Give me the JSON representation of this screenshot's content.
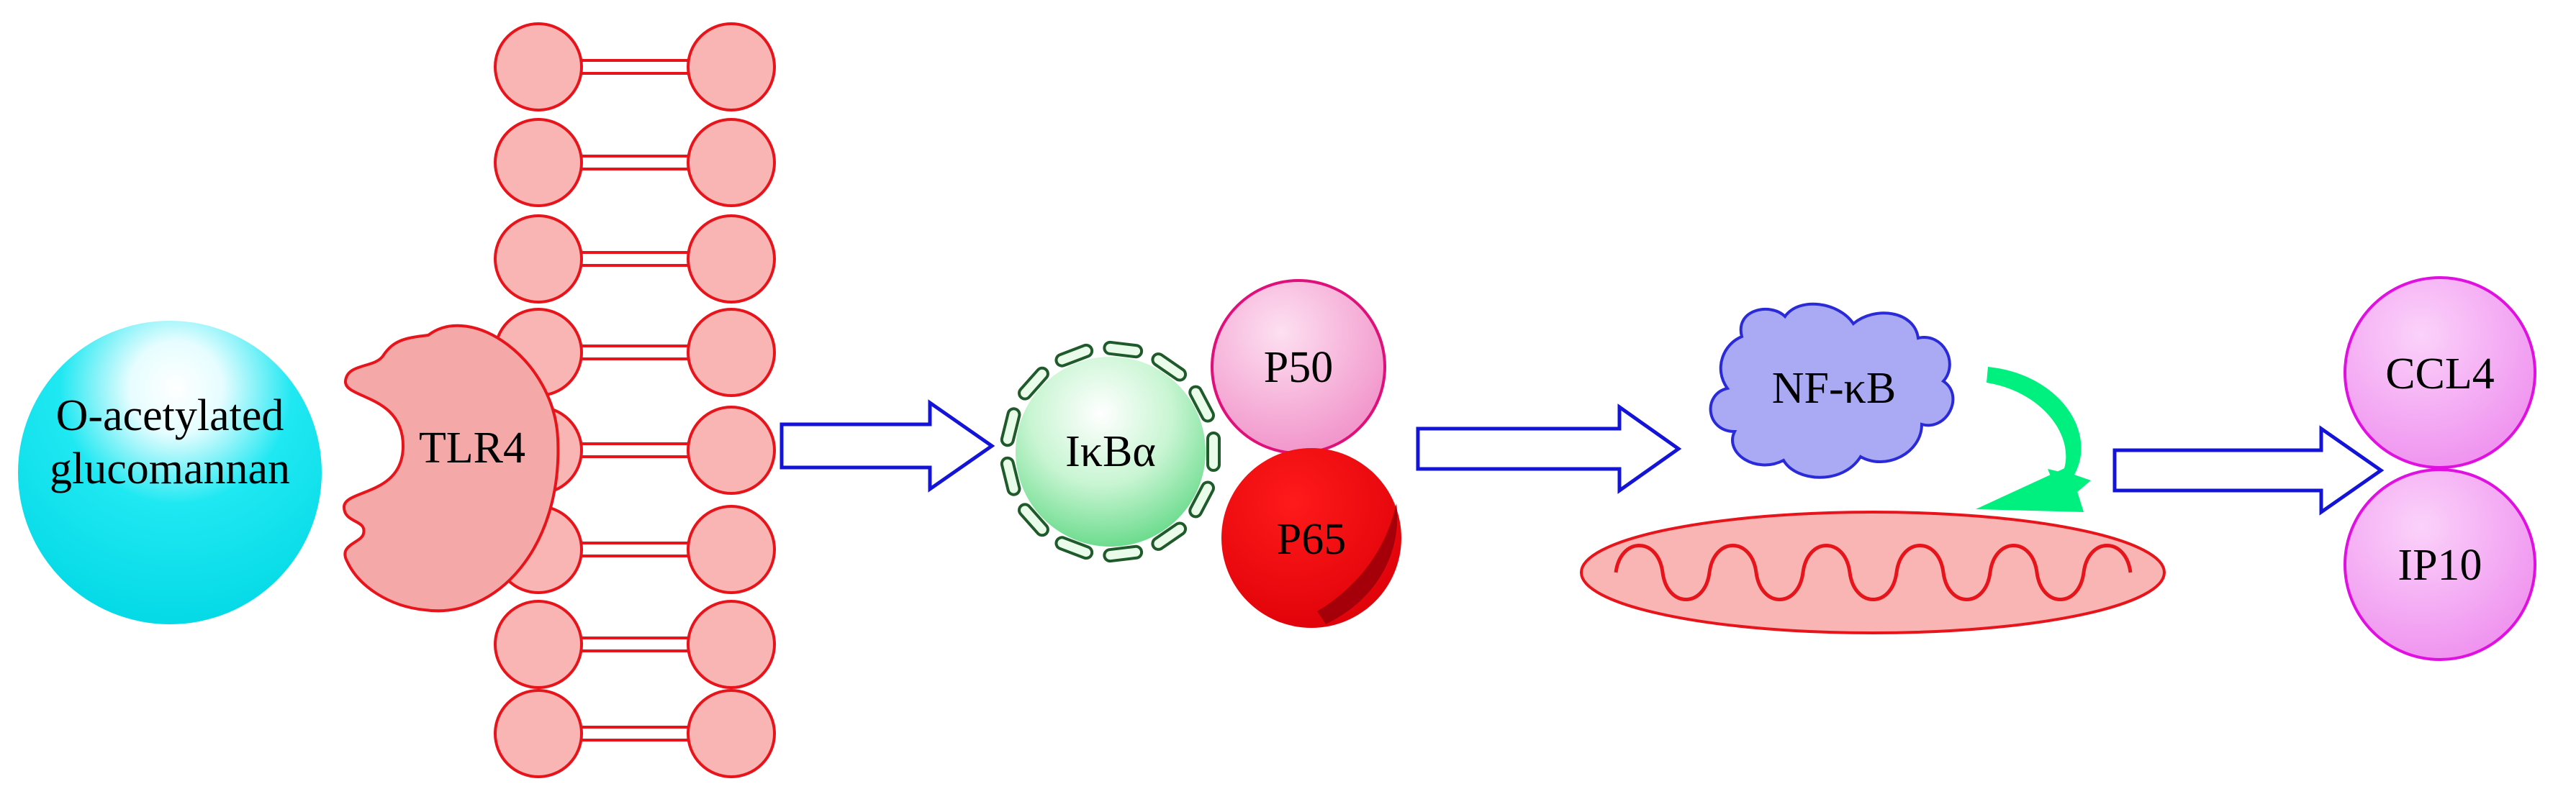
{
  "labels": {
    "ligand_line1": "O-acetylated",
    "ligand_line2": "glucomannan",
    "receptor": "TLR4",
    "inhibitor": "IκBα",
    "subunit_p50": "P50",
    "subunit_p65": "P65",
    "transcription_factor": "NF-κB",
    "cytokine_1": "CCL4",
    "cytokine_2": "IP10"
  },
  "colors": {
    "ligand": "#00e5ee",
    "receptor": "#f4a9a8",
    "membrane_fill": "#f9b5b3",
    "membrane_stroke": "#e8141c",
    "inhibitor": "#8ee6a6",
    "inhibitor_stroke": "#1f5a2a",
    "p50": "#f9a6d6",
    "p50_stroke": "#e0107a",
    "p65": "#e8000a",
    "nfkb": "#a9a9f4",
    "nfkb_stroke": "#2a2ad8",
    "arrow_stroke": "#1414d8",
    "curved_arrow": "#00f07f",
    "cytokine": "#f5a6f4",
    "cytokine_stroke": "#e010e0"
  },
  "icons": [
    "block-arrow-right",
    "curved-arrow",
    "mitochondrion",
    "cloud",
    "sphere"
  ]
}
